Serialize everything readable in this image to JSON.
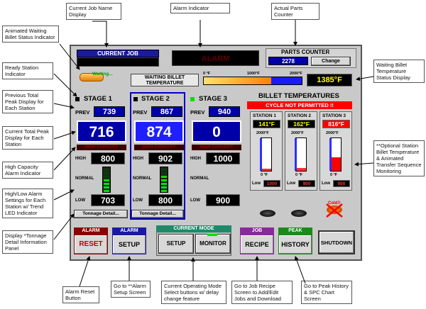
{
  "callouts": {
    "current_job": "Current Job Name Display",
    "alarm_indicator": "Alarm Indicator",
    "actual_parts": "Actual Parts Counter",
    "animated_waiting": "Animated Waiting Billet Status Indicator",
    "ready_station": "Ready Station Indicator",
    "previous_peak": "Previous Total Peak Display for Each Station",
    "current_peak": "Current Total Peak Display for Each Station",
    "high_capacity": "High Capacity Alarm Indicator",
    "high_low": "High/Low Alarm Settings for Each Station w/ Trend LED Indicator",
    "tonnage_panel": "Display *Tonnage Detail Information Panel",
    "alarm_reset": "Alarm Reset Button",
    "alarm_setup": "Go to **Alarm Setup Screen",
    "operating_mode": "Current Operating Mode Select buttons w/ delay change feature",
    "job_recipe": "Go to Job Recipe Screen to Add/Edit Jobs and Download",
    "peak_history": "Go to Peak History & SPC Chart Screen",
    "waiting_temp": "Waiting Billet Temperature Status Display",
    "optional_temp": "**Optional Station Billet Temperature & Animated Transfer Sequence Monitoring"
  },
  "header": {
    "current_job_label": "CURRENT JOB",
    "alarm_label": "ALARM",
    "parts_counter_label": "PARTS COUNTER",
    "parts_count": "2278",
    "change_label": "Change"
  },
  "waiting": {
    "status": "Waiting...",
    "label": "WAITING BILLET TEMPERATURE",
    "scale_min": "0 °F",
    "scale_mid": "1000°F",
    "scale_max": "2000°F",
    "temp": "1385°F",
    "fill_fraction": 0.69
  },
  "stages": [
    {
      "title": "STAGE 1",
      "prev_label": "PREV",
      "prev": "739",
      "current": "716",
      "capacity": "HIGH CAPACITY",
      "high_label": "HIGH",
      "high": "800",
      "normal_label": "NORMAL",
      "low_label": "LOW",
      "low": "703",
      "tonnage": "Tonnage Detail..."
    },
    {
      "title": "STAGE 2",
      "prev_label": "PREV",
      "prev": "867",
      "current": "874",
      "capacity": "HIGH CAPACITY",
      "high_label": "HIGH",
      "high": "902",
      "normal_label": "NORMAL",
      "low_label": "LOW",
      "low": "800",
      "tonnage": "Tonnage Detail..."
    },
    {
      "title": "STAGE 3",
      "prev_label": "PREV",
      "prev": "940",
      "current": "0",
      "capacity": "HIGH CAPACITY",
      "high_label": "HIGH",
      "high": "1000",
      "normal_label": "NORMAL",
      "low_label": "LOW",
      "low": "900",
      "tonnage": ""
    }
  ],
  "billet": {
    "title": "BILLET TEMPERATURES",
    "cycle_status": "CYCLE NOT PERMITTED !!",
    "stations": [
      {
        "name": "STATION 1",
        "temp": "141°F",
        "max": "2000°F",
        "min": "0 °F",
        "low_label": "Low",
        "low": "1000",
        "fill": 0.07
      },
      {
        "name": "STATION 2",
        "temp": "162°F",
        "max": "2000°F",
        "min": "0 °F",
        "low_label": "Low",
        "low": "900",
        "fill": 0.08
      },
      {
        "name": "STATION 3",
        "temp": "816°F",
        "max": "2000°F",
        "min": "0 °F",
        "low_label": "Low",
        "low": "900",
        "fill": 0.41
      }
    ],
    "cold_label": "Cold!!"
  },
  "buttons": {
    "alarm_tag": "ALARM",
    "reset": "RESET",
    "alarm_tag2": "ALARM",
    "setup": "SETUP",
    "mode_tag": "CURRENT MODE",
    "mode_setup": "SETUP",
    "monitor": "MONITOR",
    "job_tag": "JOB",
    "recipe": "RECIPE",
    "peak_tag": "PEAK",
    "history": "HISTORY",
    "shutdown": "SHUTDOWN"
  },
  "colors": {
    "navy": "#1a1aa0",
    "blue_box": "#0000a8",
    "alarm_red": "#c00000",
    "temp_yellow": "#ffff00",
    "led_green": "#00e000"
  }
}
